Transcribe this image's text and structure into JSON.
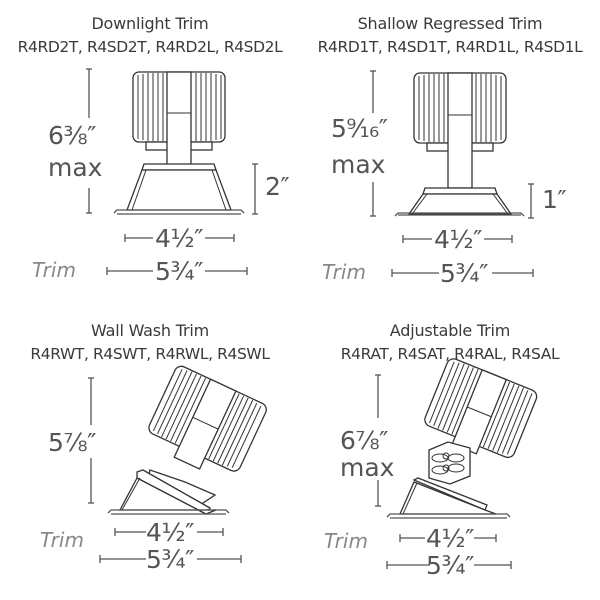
{
  "panels": [
    {
      "title": "Downlight Trim",
      "models": "R4RD2T, R4SD2T, R4RD2L, R4SD2L",
      "height_dim": "6⅜″",
      "height_qualifier": "max",
      "trim_height_dim": "2″",
      "inner_width_dim": "4½″",
      "trim_width_dim": "5¾″",
      "trim_label": "Trim"
    },
    {
      "title": "Shallow Regressed Trim",
      "models": "R4RD1T, R4SD1T, R4RD1L, R4SD1L",
      "height_dim": "5⁹⁄₁₆″",
      "height_qualifier": "max",
      "trim_height_dim": "1″",
      "inner_width_dim": "4½″",
      "trim_width_dim": "5¾″",
      "trim_label": "Trim"
    },
    {
      "title": "Wall Wash Trim",
      "models": "R4RWT, R4SWT, R4RWL, R4SWL",
      "height_dim": "5⅞″",
      "inner_width_dim": "4½″",
      "trim_width_dim": "5¾″",
      "trim_label": "Trim"
    },
    {
      "title": "Adjustable Trim",
      "models": "R4RAT, R4SAT, R4RAL, R4SAL",
      "height_dim": "6⅞″",
      "height_qualifier": "max",
      "inner_width_dim": "4½″",
      "trim_width_dim": "5¾″",
      "trim_label": "Trim"
    }
  ],
  "colors": {
    "line": "#333333",
    "dimension_text": "#555555",
    "trim_label": "#888888"
  }
}
